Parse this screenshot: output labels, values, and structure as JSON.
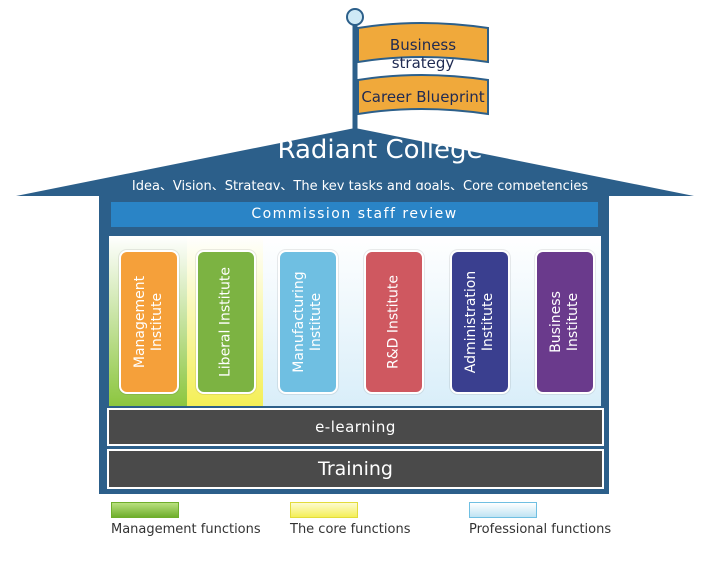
{
  "flag": {
    "top_label": "Business strategy",
    "bottom_label": "Career Blueprint"
  },
  "roof": {
    "title": "Radiant College",
    "subtitle": "Idea、Vision、Strategy、The key tasks and goals、Core competencies"
  },
  "commission_label": "Commission staff review",
  "institutes": [
    {
      "label": "Management\nInstitute",
      "color": "#f5a03a"
    },
    {
      "label": "Liberal Institute",
      "color": "#7cb342"
    },
    {
      "label": "Manufacturing\nInstitute",
      "color": "#6fbfe2"
    },
    {
      "label": "R&D Institute",
      "color": "#cf5860"
    },
    {
      "label": "Administration\nInstitute",
      "color": "#3a3f8f"
    },
    {
      "label": "Business\nInstitute",
      "color": "#6a3a8c"
    }
  ],
  "elearning_label": "e-learning",
  "training_label": "Training",
  "legend": [
    {
      "label": "Management functions",
      "color": "#8cc63f"
    },
    {
      "label": "The core functions",
      "color": "#f4ef57"
    },
    {
      "label": "Professional functions",
      "color": "#bfe3f3"
    }
  ],
  "colors": {
    "house": "#2c5f8a",
    "commission_bar": "#2a84c6",
    "flag": "#f0a93b",
    "bar": "#4a4a4a"
  }
}
